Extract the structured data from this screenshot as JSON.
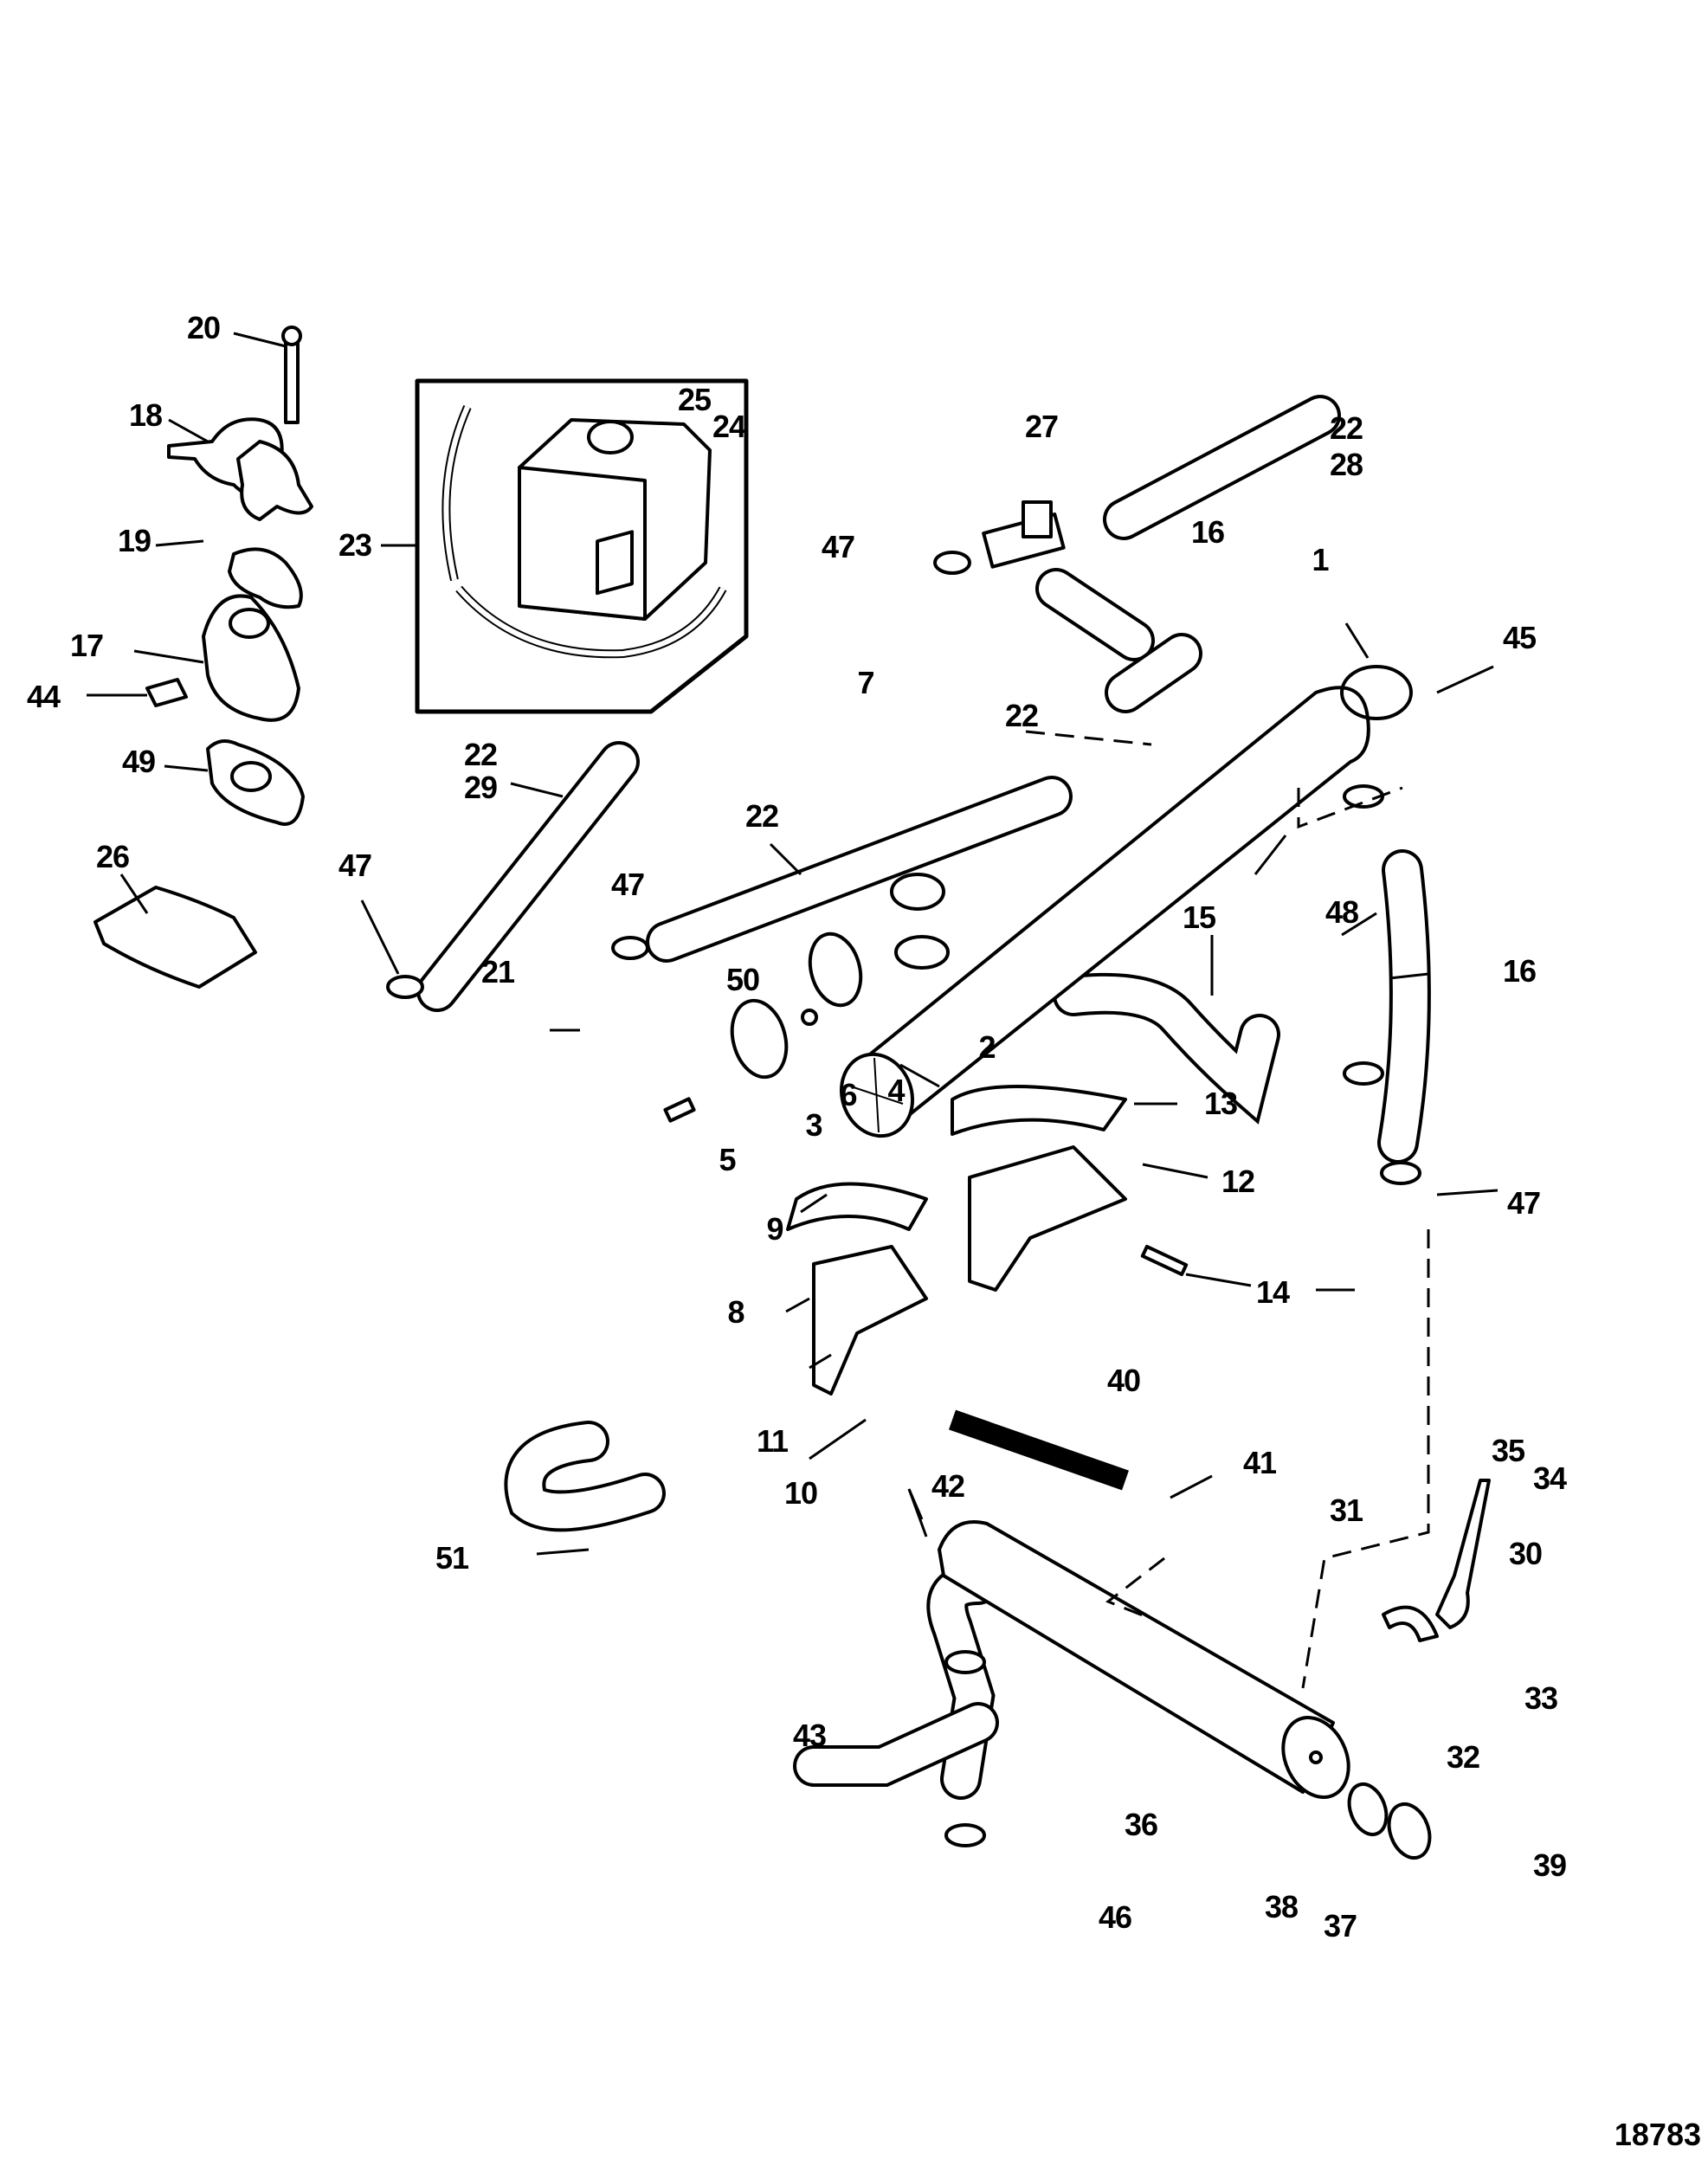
{
  "diagram": {
    "title": "Heat exchanger / closed cooling system exploded parts view",
    "figure_number": "18783",
    "callouts": [
      {
        "id": "c1",
        "label": "1"
      },
      {
        "id": "c2",
        "label": "2"
      },
      {
        "id": "c3",
        "label": "3"
      },
      {
        "id": "c4",
        "label": "4"
      },
      {
        "id": "c5",
        "label": "5"
      },
      {
        "id": "c6",
        "label": "6"
      },
      {
        "id": "c7",
        "label": "7"
      },
      {
        "id": "c8",
        "label": "8"
      },
      {
        "id": "c9",
        "label": "9"
      },
      {
        "id": "c10",
        "label": "10"
      },
      {
        "id": "c11",
        "label": "11"
      },
      {
        "id": "c12",
        "label": "12"
      },
      {
        "id": "c13",
        "label": "13"
      },
      {
        "id": "c14",
        "label": "14"
      },
      {
        "id": "c15",
        "label": "15"
      },
      {
        "id": "c16a",
        "label": "16"
      },
      {
        "id": "c16b",
        "label": "16"
      },
      {
        "id": "c17",
        "label": "17"
      },
      {
        "id": "c18",
        "label": "18"
      },
      {
        "id": "c19",
        "label": "19"
      },
      {
        "id": "c20",
        "label": "20"
      },
      {
        "id": "c21",
        "label": "21"
      },
      {
        "id": "c22a",
        "label": "22"
      },
      {
        "id": "c22b",
        "label": "22"
      },
      {
        "id": "c22c",
        "label": "22"
      },
      {
        "id": "c22d",
        "label": "22"
      },
      {
        "id": "c23",
        "label": "23"
      },
      {
        "id": "c24",
        "label": "24"
      },
      {
        "id": "c25",
        "label": "25"
      },
      {
        "id": "c26",
        "label": "26"
      },
      {
        "id": "c27",
        "label": "27"
      },
      {
        "id": "c28",
        "label": "28"
      },
      {
        "id": "c29",
        "label": "29"
      },
      {
        "id": "c30",
        "label": "30"
      },
      {
        "id": "c31",
        "label": "31"
      },
      {
        "id": "c32",
        "label": "32"
      },
      {
        "id": "c33",
        "label": "33"
      },
      {
        "id": "c34",
        "label": "34"
      },
      {
        "id": "c35",
        "label": "35"
      },
      {
        "id": "c36",
        "label": "36"
      },
      {
        "id": "c37",
        "label": "37"
      },
      {
        "id": "c38",
        "label": "38"
      },
      {
        "id": "c39",
        "label": "39"
      },
      {
        "id": "c40",
        "label": "40"
      },
      {
        "id": "c41",
        "label": "41"
      },
      {
        "id": "c42",
        "label": "42"
      },
      {
        "id": "c43",
        "label": "43"
      },
      {
        "id": "c44",
        "label": "44"
      },
      {
        "id": "c45",
        "label": "45"
      },
      {
        "id": "c46",
        "label": "46"
      },
      {
        "id": "c47a",
        "label": "47"
      },
      {
        "id": "c47b",
        "label": "47"
      },
      {
        "id": "c47c",
        "label": "47"
      },
      {
        "id": "c47d",
        "label": "47"
      },
      {
        "id": "c48",
        "label": "48"
      },
      {
        "id": "c49",
        "label": "49"
      },
      {
        "id": "c50",
        "label": "50"
      },
      {
        "id": "c51",
        "label": "51"
      }
    ]
  }
}
